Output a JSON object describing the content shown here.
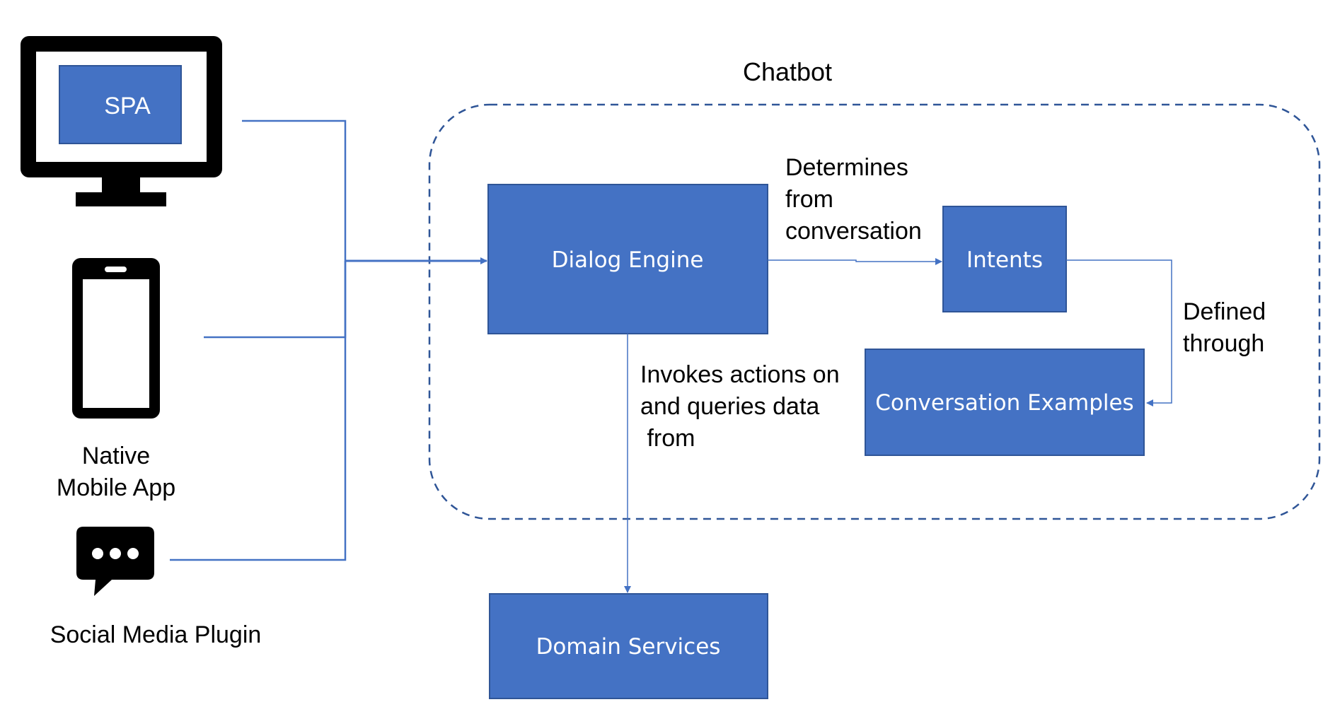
{
  "colors": {
    "box_fill": "#4472c4",
    "box_stroke": "#2f5597",
    "connector": "#4472c4",
    "boundary": "#2f5597",
    "device": "#000000",
    "text": "#000000",
    "box_text": "#ffffff"
  },
  "clients": {
    "desktop": {
      "icon": "desktop-monitor-icon",
      "label": "SPA"
    },
    "mobile": {
      "icon": "smartphone-icon",
      "label_line1": "Native",
      "label_line2": "Mobile App"
    },
    "social": {
      "icon": "chat-bubble-icon",
      "label": "Social Media Plugin"
    }
  },
  "chatbot": {
    "title": "Chatbot",
    "dialog_engine": "Dialog Engine",
    "intents": "Intents",
    "conversation_examples": "Conversation Examples"
  },
  "domain_services": "Domain Services",
  "edge_labels": {
    "determines": [
      "Determines",
      "from",
      "conversation"
    ],
    "defined": [
      "Defined",
      "through"
    ],
    "invokes": [
      "Invokes actions on",
      "and queries data",
      " from"
    ]
  }
}
